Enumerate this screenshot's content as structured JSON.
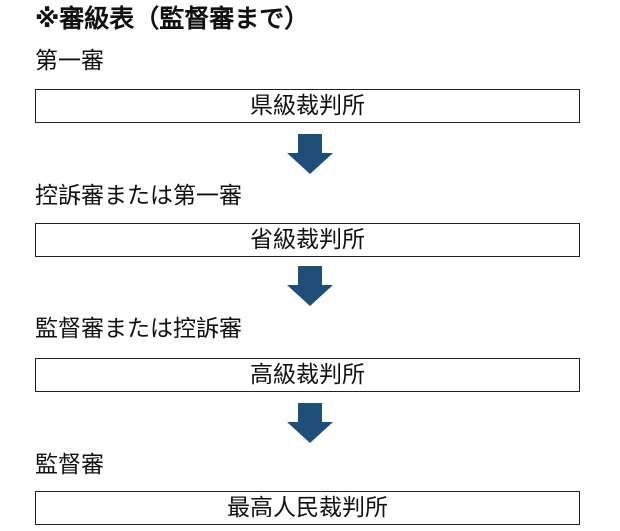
{
  "title": "※審級表（監督審まで）",
  "colors": {
    "arrow_fill": "#1f4e79",
    "box_border": "#222222",
    "text": "#111111"
  },
  "arrow_icon": "down-arrow-icon",
  "stages": [
    {
      "label": "第一審",
      "court": "県級裁判所"
    },
    {
      "label": "控訴審または第一審",
      "court": "省級裁判所"
    },
    {
      "label": "監督審または控訴審",
      "court": "高級裁判所"
    },
    {
      "label": "監督審",
      "court": "最高人民裁判所"
    }
  ]
}
